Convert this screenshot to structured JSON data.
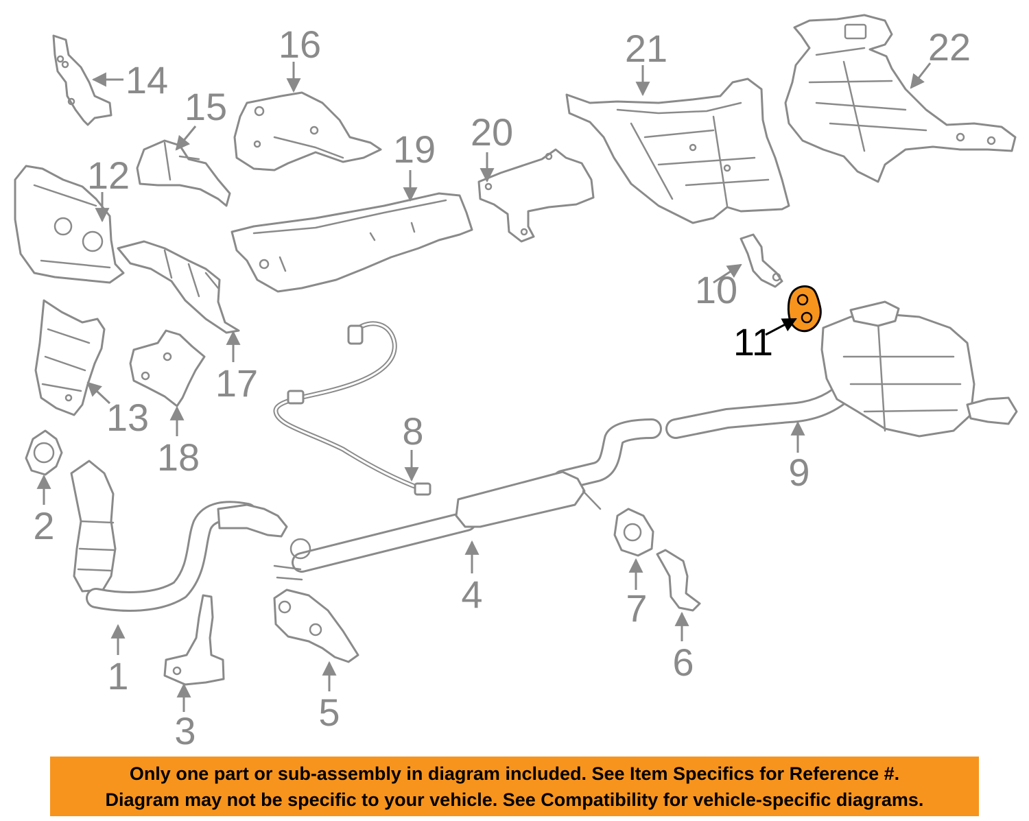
{
  "diagram": {
    "highlight_color": "#f7941d",
    "line_color": "#8a8a8a",
    "highlighted_part": "11",
    "callouts": [
      {
        "id": "1",
        "label": "1"
      },
      {
        "id": "2",
        "label": "2"
      },
      {
        "id": "3",
        "label": "3"
      },
      {
        "id": "4",
        "label": "4"
      },
      {
        "id": "5",
        "label": "5"
      },
      {
        "id": "6",
        "label": "6"
      },
      {
        "id": "7",
        "label": "7"
      },
      {
        "id": "8",
        "label": "8"
      },
      {
        "id": "9",
        "label": "9"
      },
      {
        "id": "10",
        "label": "10"
      },
      {
        "id": "11",
        "label": "11"
      },
      {
        "id": "12",
        "label": "12"
      },
      {
        "id": "13",
        "label": "13"
      },
      {
        "id": "14",
        "label": "14"
      },
      {
        "id": "15",
        "label": "15"
      },
      {
        "id": "16",
        "label": "16"
      },
      {
        "id": "17",
        "label": "17"
      },
      {
        "id": "18",
        "label": "18"
      },
      {
        "id": "19",
        "label": "19"
      },
      {
        "id": "20",
        "label": "20"
      },
      {
        "id": "21",
        "label": "21"
      },
      {
        "id": "22",
        "label": "22"
      }
    ]
  },
  "banner": {
    "line1": "Only one part or sub-assembly in diagram included. See Item Specifics for Reference #.",
    "line2": "Diagram may not be specific to your vehicle. See Compatibility for vehicle-specific diagrams.",
    "background": "#f7941d"
  }
}
